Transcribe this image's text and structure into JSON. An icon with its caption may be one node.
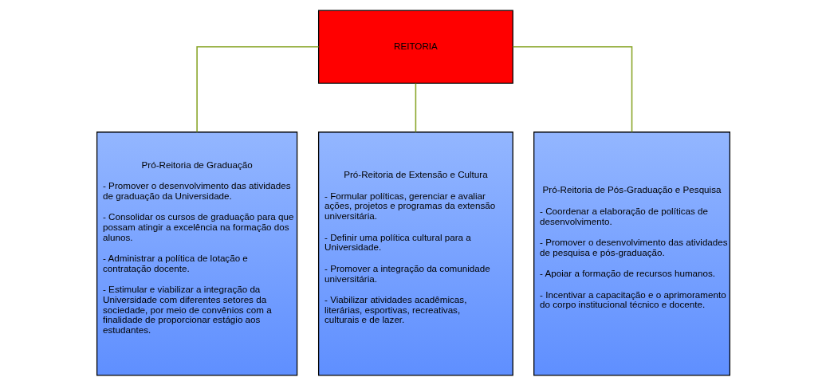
{
  "diagram": {
    "nodes": [
      {
        "text": [
          "REITORIA"
        ]
      },
      {
        "text": [
          "Pró-Reitoria de Graduação",
          "- Promover o desenvolvimento das atividades de graduação da Universidade.",
          "- Consolidar os cursos de graduação para que possam atingir a excelência na formação dos alunos.",
          "- Administrar a política de lotação e contratação docente.",
          "- Estimular e viabilizar a integração da Universidade com diferentes setores da sociedade, por meio de convênios com a finalidade de proporcionar estágio aos estudantes."
        ]
      },
      {
        "text": [
          "Pró-Reitoria de Extensão e Cultura",
          "- Formular políticas, gerenciar e avaliar ações, projetos e programas da extensão universitária.",
          "- Definir uma política cultural para a Universidade.",
          "- Promover a integração da comunidade universitária.",
          "- Viabilizar atividades acadêmicas, literárias, esportivas, recreativas, culturais e de lazer."
        ]
      },
      {
        "text": [
          "Pró-Reitoria de Pós-Graduação e Pesquisa",
          "- Coordenar a elaboração de políticas de desenvolvimento.",
          "- Promover o desenvolvimento das atividades de pesquisa e pós-graduação.",
          "- Apoiar a formação de recursos humanos.",
          "- Incentivar a capacitação e o aprimoramento do corpo institucional técnico e docente."
        ]
      }
    ],
    "edges": [
      {
        "from": 0,
        "to": 1,
        "arrow": "none"
      },
      {
        "from": 0,
        "to": 2,
        "arrow": "none"
      },
      {
        "from": 0,
        "to": 3,
        "arrow": "none"
      }
    ]
  }
}
